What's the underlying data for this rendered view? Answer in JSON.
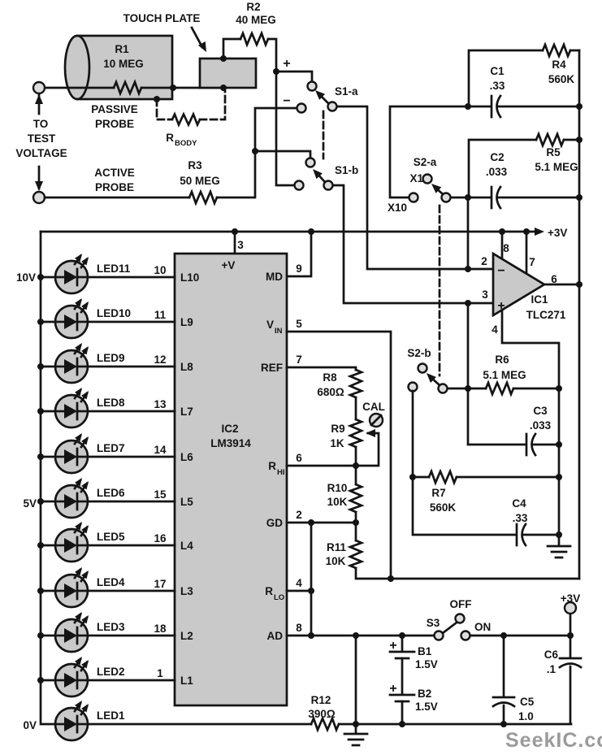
{
  "watermark": "SeekIC.com",
  "colors": {
    "line": "#141414",
    "component_fill": "#c9c9c9",
    "contact_fill": "#dcdcdc",
    "watermark": "#9b9b9b",
    "background": "#ffffff"
  },
  "probe_section": {
    "touch_plate_label": "TOUCH PLATE",
    "test_voltage_lines": [
      "TO",
      "TEST",
      "VOLTAGE"
    ],
    "passive_probe_lines": [
      "PASSIVE",
      "PROBE"
    ],
    "active_probe_lines": [
      "ACTIVE",
      "PROBE"
    ],
    "r_body": {
      "main": "R",
      "sub": "BODY"
    }
  },
  "components": {
    "r1": {
      "ref": "R1",
      "value": "10 MEG"
    },
    "r2": {
      "ref": "R2",
      "value": "40 MEG"
    },
    "r3": {
      "ref": "R3",
      "value": "50 MEG"
    },
    "r4": {
      "ref": "R4",
      "value": "560K"
    },
    "r5": {
      "ref": "R5",
      "value": "5.1 MEG"
    },
    "r6": {
      "ref": "R6",
      "value": "5.1 MEG"
    },
    "r7": {
      "ref": "R7",
      "value": "560K"
    },
    "r8": {
      "ref": "R8",
      "value": "680Ω"
    },
    "r9": {
      "ref": "R9",
      "value": "1K"
    },
    "r10": {
      "ref": "R10",
      "value": "10K"
    },
    "r11": {
      "ref": "R11",
      "value": "10K"
    },
    "r12": {
      "ref": "R12",
      "value": "390Ω"
    },
    "c1": {
      "ref": "C1",
      "value": ".33"
    },
    "c2": {
      "ref": "C2",
      "value": ".033"
    },
    "c3": {
      "ref": "C3",
      "value": ".033"
    },
    "c4": {
      "ref": "C4",
      "value": ".33"
    },
    "c5": {
      "ref": "C5",
      "value": "1.0"
    },
    "c6": {
      "ref": "C6",
      "value": ".1"
    },
    "b1": {
      "ref": "B1",
      "value": "1.5V"
    },
    "b2": {
      "ref": "B2",
      "value": "1.5V"
    }
  },
  "switches": {
    "s1a": "S1-a",
    "s1b": "S1-b",
    "s2a": "S2-a",
    "s2b": "S2-b",
    "s3": "S3",
    "x1": "X1",
    "x10": "X10",
    "off": "OFF",
    "on": "ON",
    "polarity_plus": "+",
    "polarity_minus": "−",
    "cal": "CAL",
    "bat1_plus": "+",
    "bat2_plus": "+"
  },
  "power": {
    "rail_top": "+3V",
    "rail_bottom": "+3V"
  },
  "scale": {
    "v10": "10V",
    "v5": "5V",
    "v0": "0V"
  },
  "opamp": {
    "ref": "IC1",
    "part": "TLC271",
    "pin2": "2",
    "pin3": "3",
    "pin4": "4",
    "pin6": "6",
    "pin7": "7",
    "pin8": "8",
    "inv": "−",
    "noninv": "+"
  },
  "ic2": {
    "ref": "IC2",
    "part": "LM3914",
    "top_pin_num": "3",
    "top_pin_name": "+V",
    "left_pins": [
      {
        "num": "10",
        "name": "L10"
      },
      {
        "num": "11",
        "name": "L9"
      },
      {
        "num": "12",
        "name": "L8"
      },
      {
        "num": "13",
        "name": "L7"
      },
      {
        "num": "14",
        "name": "L6"
      },
      {
        "num": "15",
        "name": "L5"
      },
      {
        "num": "16",
        "name": "L4"
      },
      {
        "num": "17",
        "name": "L3"
      },
      {
        "num": "18",
        "name": "L2"
      },
      {
        "num": "1",
        "name": "L1"
      }
    ],
    "right_pins": [
      {
        "num": "9",
        "name": "MD"
      },
      {
        "num": "5",
        "name": "V",
        "sub": "IN"
      },
      {
        "num": "7",
        "name": "REF"
      },
      {
        "num": "6",
        "name": "R",
        "sub": "HI"
      },
      {
        "num": "2",
        "name": "GD"
      },
      {
        "num": "4",
        "name": "R",
        "sub": "LO"
      },
      {
        "num": "8",
        "name": "AD"
      }
    ]
  },
  "leds": [
    "LED11",
    "LED10",
    "LED9",
    "LED8",
    "LED7",
    "LED6",
    "LED5",
    "LED4",
    "LED3",
    "LED2",
    "LED1"
  ]
}
